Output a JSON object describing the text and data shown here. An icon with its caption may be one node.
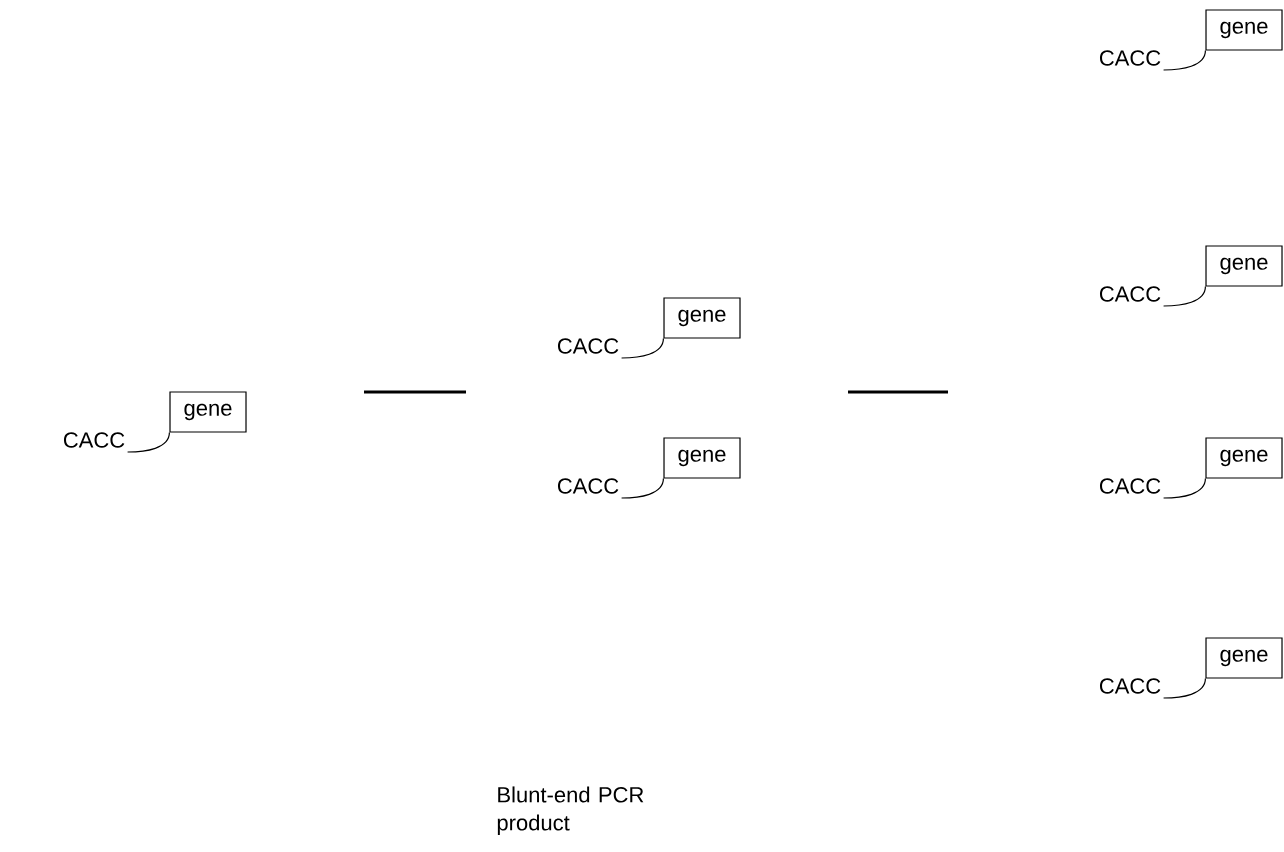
{
  "diagram": {
    "nodes": [
      {
        "text": [
          "gene"
        ]
      },
      {
        "text": [
          "CACC"
        ]
      },
      {
        "text": [
          "gene"
        ]
      },
      {
        "text": [
          "CACC"
        ]
      },
      {
        "text": [
          "gene"
        ]
      },
      {
        "text": [
          "CACC"
        ]
      },
      {
        "text": [
          "gene"
        ]
      },
      {
        "text": [
          "CACC"
        ]
      },
      {
        "text": [
          "gene"
        ]
      },
      {
        "text": [
          "CACC"
        ]
      },
      {
        "text": [
          "gene"
        ]
      },
      {
        "text": [
          "CACC"
        ]
      },
      {
        "text": [
          "gene"
        ]
      },
      {
        "text": [
          "CACC"
        ]
      }
    ],
    "edges": [
      {
        "from": 1,
        "to": 0,
        "arrow": "none"
      },
      {
        "from": 3,
        "to": 2,
        "arrow": "none"
      },
      {
        "from": 5,
        "to": 4,
        "arrow": "none"
      },
      {
        "from": 7,
        "to": 6,
        "arrow": "none"
      },
      {
        "from": 9,
        "to": 8,
        "arrow": "none"
      },
      {
        "from": 11,
        "to": 10,
        "arrow": "none"
      },
      {
        "from": 13,
        "to": 12,
        "arrow": "none"
      }
    ],
    "labels": [
      "Blunt-end PCR product"
    ]
  }
}
